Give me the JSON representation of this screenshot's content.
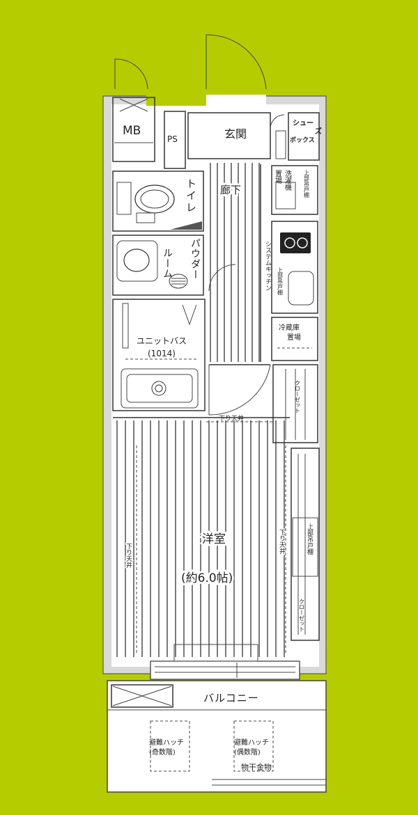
{
  "plan": {
    "colors": {
      "background": "#b5cd00",
      "floor": "#ffffff",
      "wall": "#d9d9d9",
      "line": "#333333"
    },
    "labels": {
      "mb": "MB",
      "ps": "PS",
      "entrance": "玄関",
      "shoe_box_1": "シュー",
      "shoe_box_2": "ズ",
      "shoe_box_3": "ボックス",
      "hallway": "廊下",
      "toilet": "トイレ",
      "powder_room_1": "パウダー",
      "powder_room_2": "ルーム",
      "system_kitchen": "システムキッチン",
      "unit_bath": "ユニットバス",
      "unit_bath_size": "(1014)",
      "washer_place_1": "洗濯機",
      "washer_place_2": "置場",
      "upper_storage": "上部吊戸棚",
      "fridge_place_1": "冷蔵庫",
      "fridge_place_2": "置場",
      "closet": "クローゼット",
      "western_room": "洋室",
      "western_room_size": "(約6.0帖)",
      "balcony": "バルコニー",
      "evac_hatch_1": "避難ハッチ",
      "evac_hatch_1_sub": "(奇数階)",
      "evac_hatch_2": "避難ハッチ",
      "evac_hatch_2_sub": "(偶数階)",
      "drying_hardware": "物干金物",
      "dropped_ceiling_1": "下り天井",
      "dropped_ceiling_2": "下り天井",
      "dropped_ceiling_3": "下り天井"
    }
  }
}
